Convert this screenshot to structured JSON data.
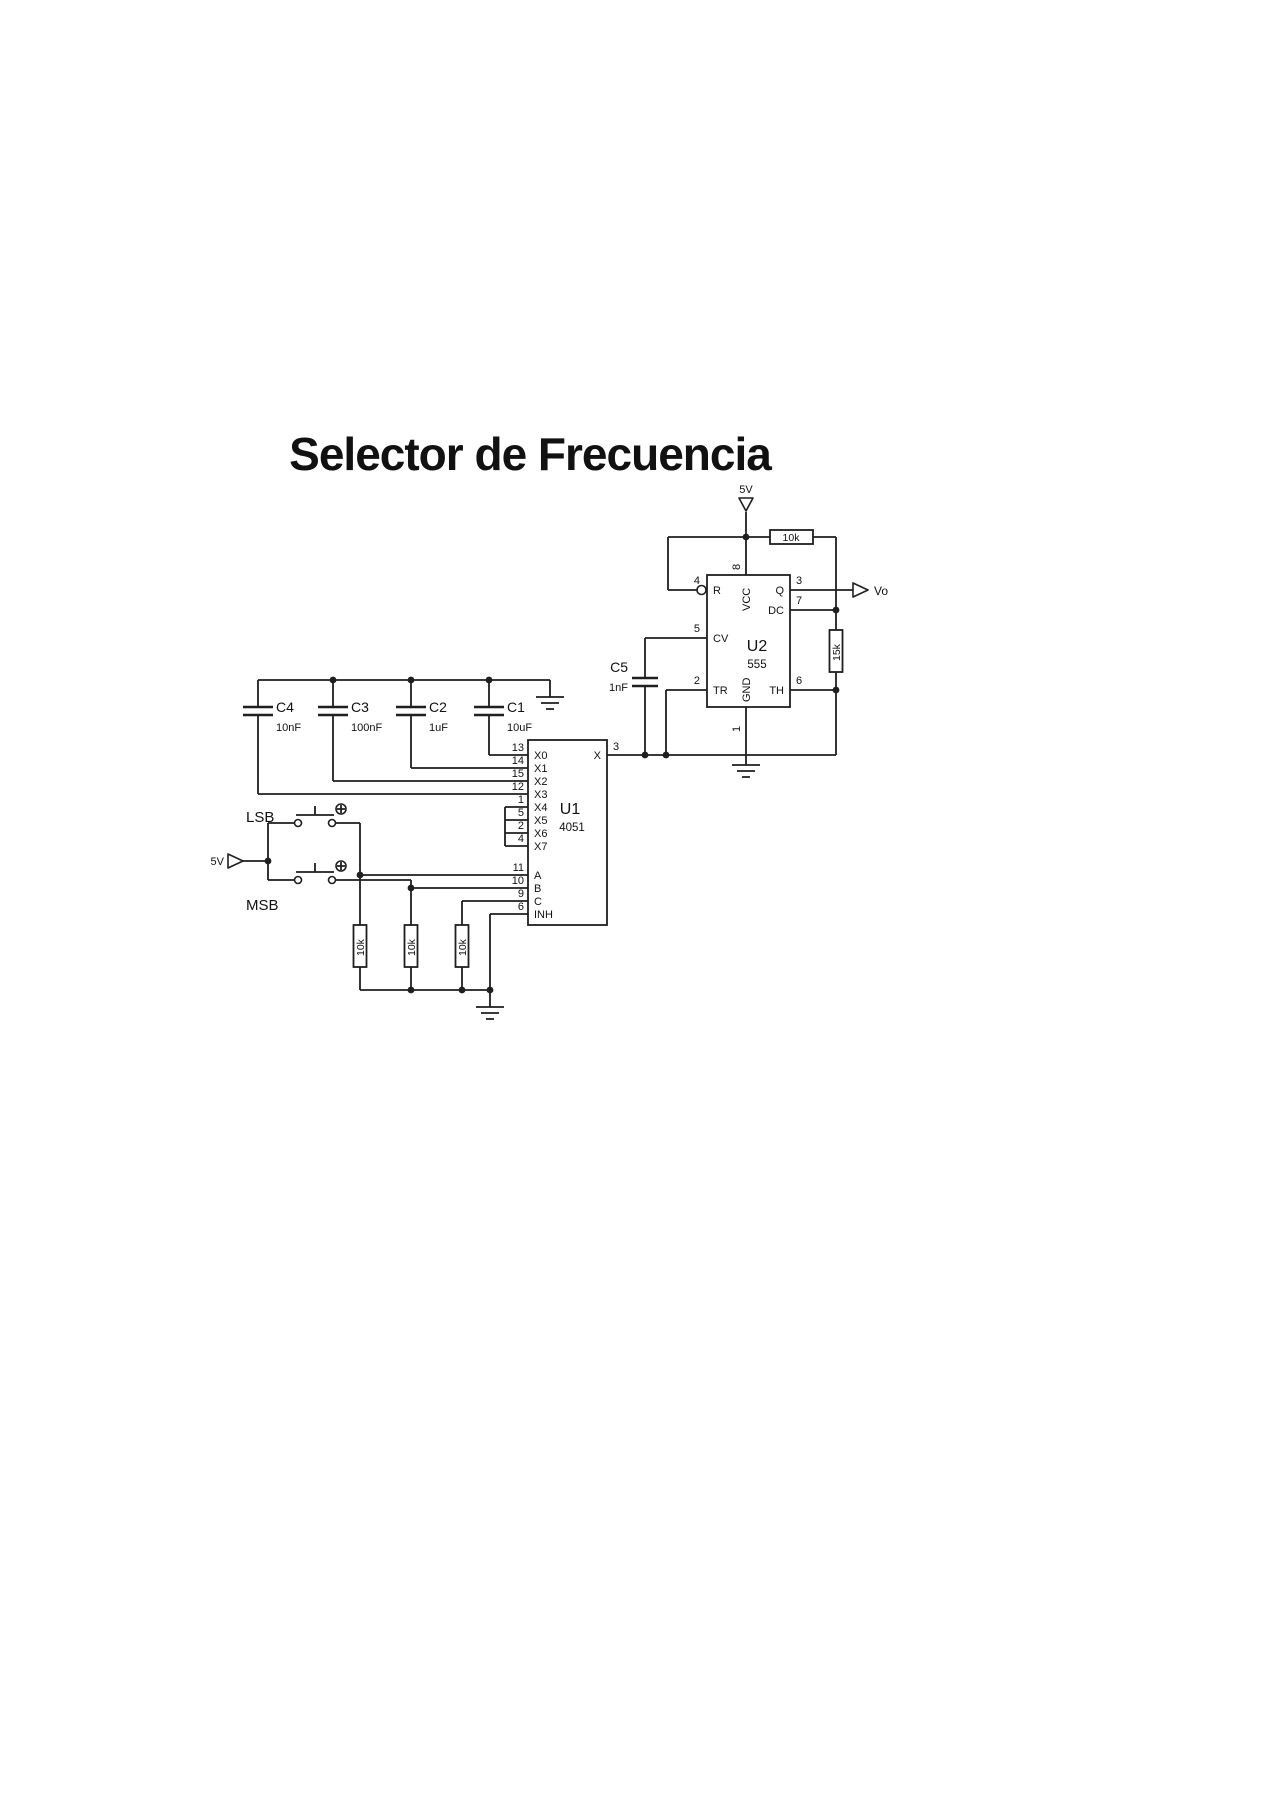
{
  "title": "Selector de Frecuencia",
  "colors": {
    "line": "#1f1f1f",
    "text": "#111111",
    "background": "#ffffff"
  },
  "power": {
    "top_label": "5V",
    "left_label": "5V"
  },
  "output_label": "Vo",
  "buttons": {
    "lsb": "LSB",
    "msb": "MSB"
  },
  "u1": {
    "ref": "U1",
    "part": "4051",
    "pins": {
      "x0": {
        "num": "13",
        "label": "X0"
      },
      "x1": {
        "num": "14",
        "label": "X1"
      },
      "x2": {
        "num": "15",
        "label": "X2"
      },
      "x3": {
        "num": "12",
        "label": "X3"
      },
      "x4": {
        "num": "1",
        "label": "X4"
      },
      "x5": {
        "num": "5",
        "label": "X5"
      },
      "x6": {
        "num": "2",
        "label": "X6"
      },
      "x7": {
        "num": "4",
        "label": "X7"
      },
      "a": {
        "num": "11",
        "label": "A"
      },
      "b": {
        "num": "10",
        "label": "B"
      },
      "c": {
        "num": "9",
        "label": "C"
      },
      "inh": {
        "num": "6",
        "label": "INH"
      },
      "x": {
        "num": "3",
        "label": "X"
      }
    }
  },
  "u2": {
    "ref": "U2",
    "part": "555",
    "pins": {
      "r": {
        "num": "4",
        "label": "R"
      },
      "cv": {
        "num": "5",
        "label": "CV"
      },
      "tr": {
        "num": "2",
        "label": "TR"
      },
      "q": {
        "num": "3",
        "label": "Q"
      },
      "dc": {
        "num": "7",
        "label": "DC"
      },
      "th": {
        "num": "6",
        "label": "TH"
      },
      "vcc": {
        "num": "8",
        "label": "VCC"
      },
      "gnd": {
        "num": "1",
        "label": "GND"
      }
    }
  },
  "capacitors": {
    "c1": {
      "ref": "C1",
      "value": "10uF"
    },
    "c2": {
      "ref": "C2",
      "value": "1uF"
    },
    "c3": {
      "ref": "C3",
      "value": "100nF"
    },
    "c4": {
      "ref": "C4",
      "value": "10nF"
    },
    "c5": {
      "ref": "C5",
      "value": "1nF"
    }
  },
  "resistors": {
    "r_top": "10k",
    "r_right": "15k",
    "r_a": "10k",
    "r_b": "10k",
    "r_c": "10k"
  }
}
